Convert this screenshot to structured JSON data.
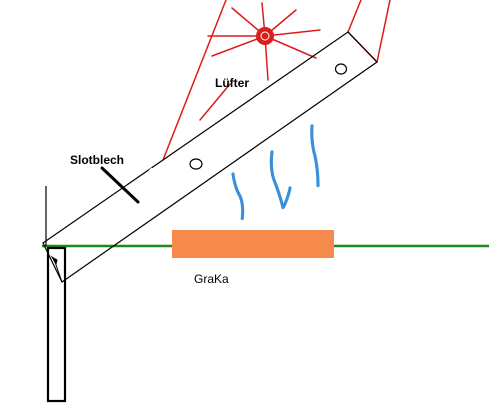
{
  "labels": {
    "fan": "Lüfter",
    "slot_bracket": "Slotblech",
    "graphics_card": "GraKa"
  },
  "colors": {
    "fan": "#dd1c1c",
    "graphics_card": "#f58a4c",
    "board": "#1a8a1a",
    "airflow": "#3a8fd8",
    "outline": "#000000"
  }
}
